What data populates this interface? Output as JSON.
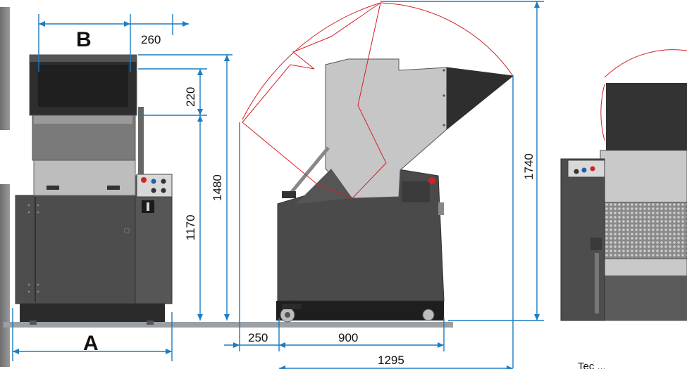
{
  "front_view": {
    "width_label": "A",
    "depth_label": "B",
    "hopper_offset": "260",
    "hopper_top_height": "220",
    "infeed_height": "1170",
    "total_height": "1480"
  },
  "side_view": {
    "rear_clearance": "250",
    "base_length": "900",
    "overall_length": "1295",
    "open_height": "1740"
  },
  "colors": {
    "dimension_lines": "#1b7cc2",
    "swing_arc": "#d42027",
    "housing_dark": "#4a4a4a",
    "panel_light": "#c8c8c8"
  },
  "footer_text": "Tec ..."
}
